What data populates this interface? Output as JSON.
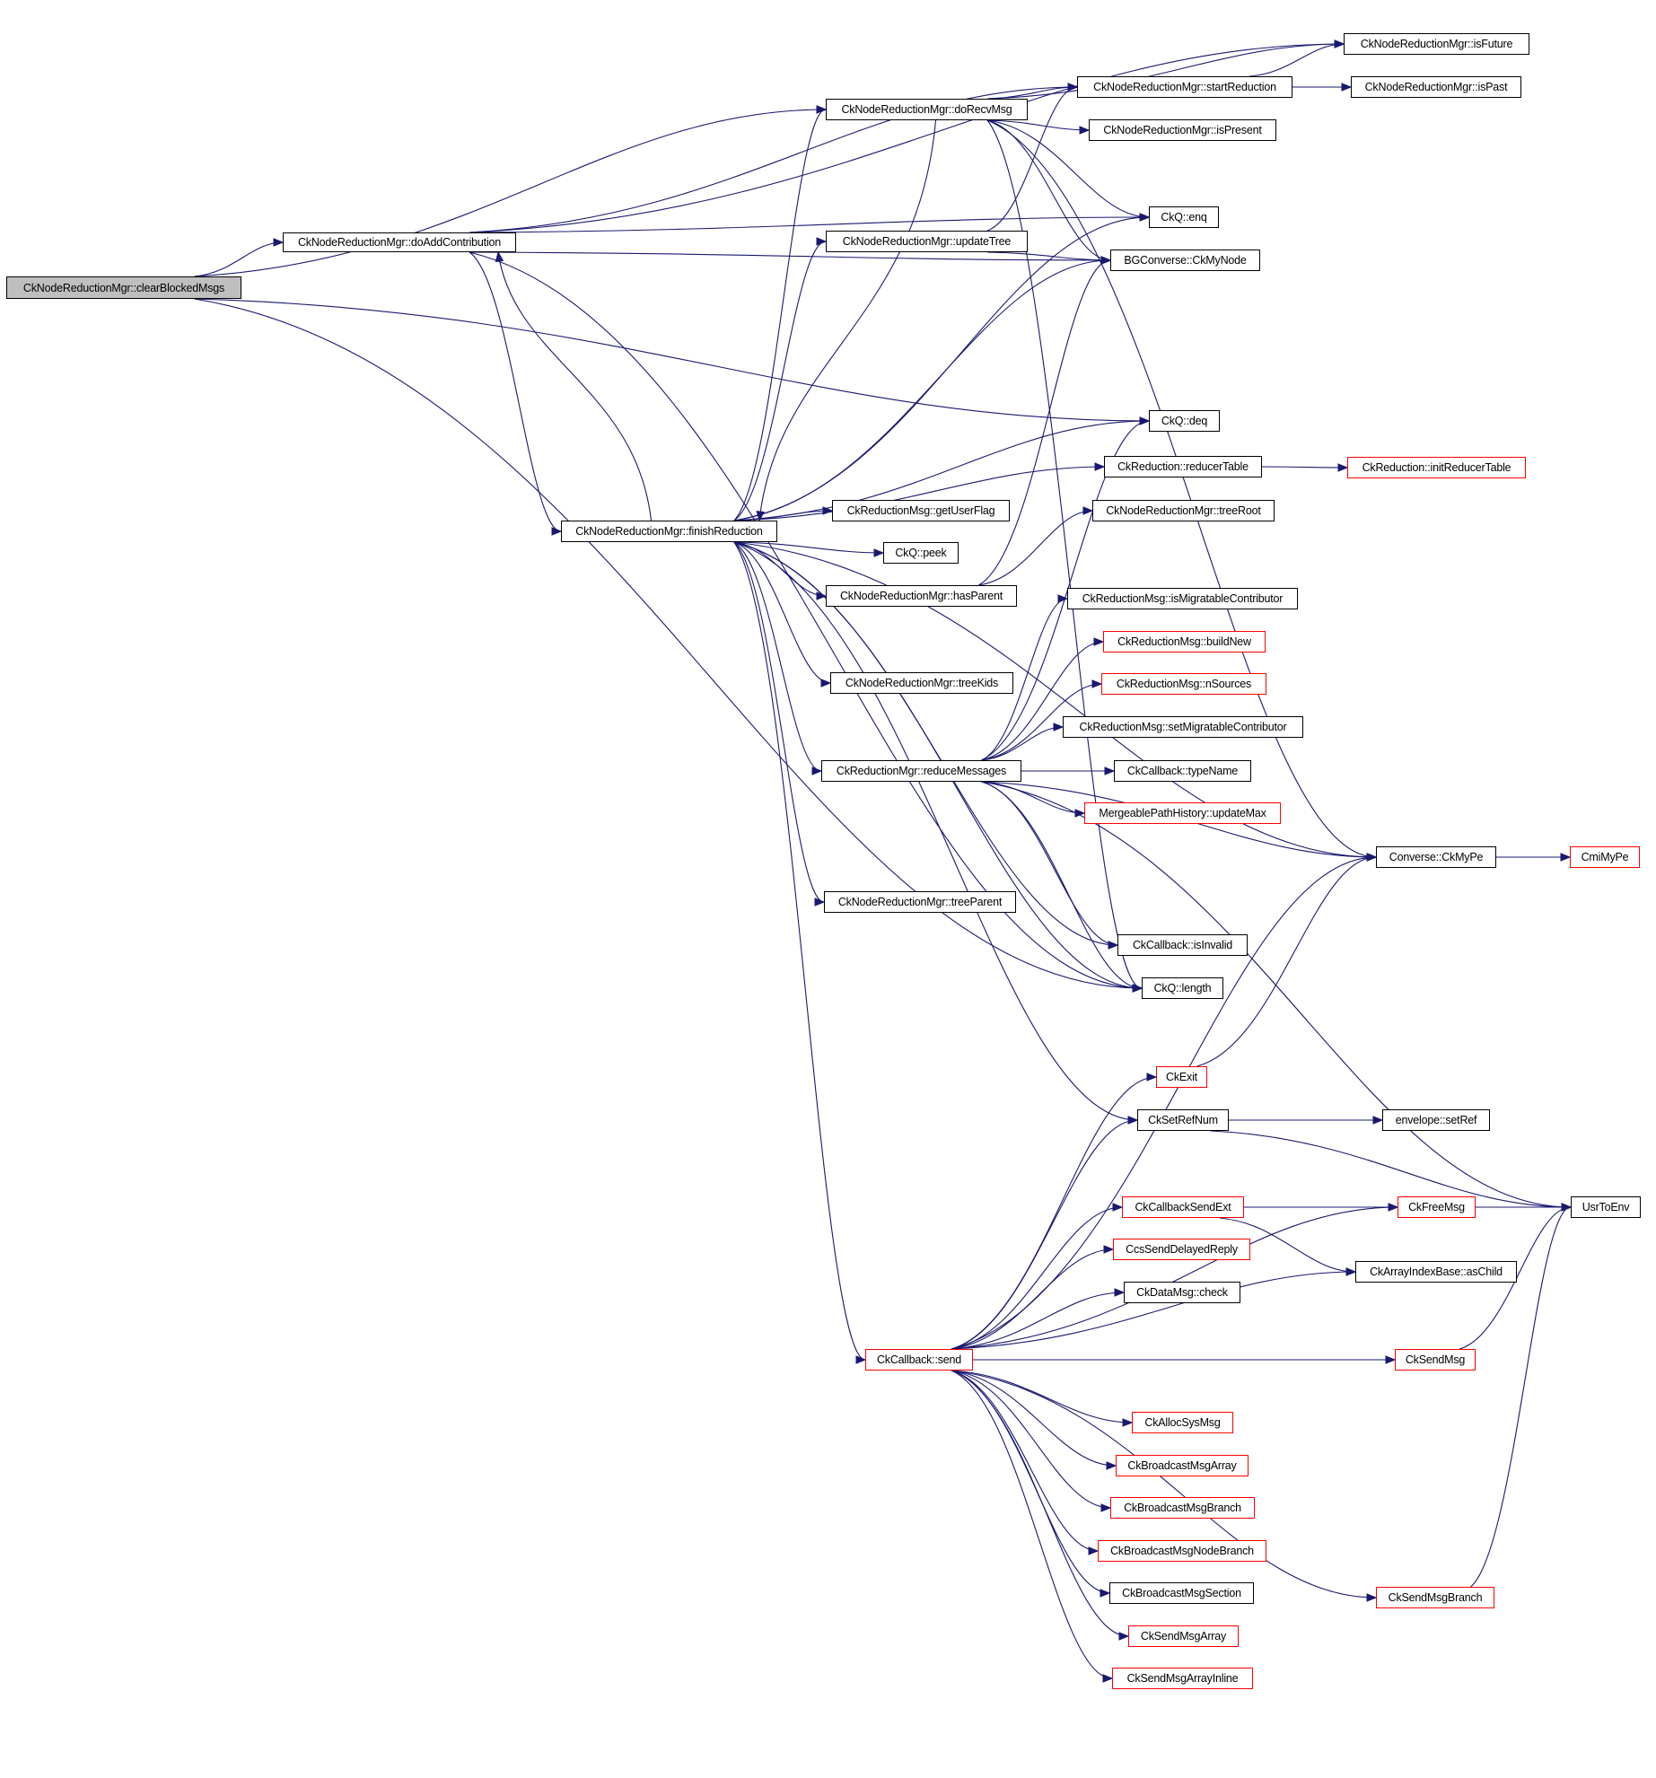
{
  "diagram": {
    "type": "call-graph",
    "root": "clearBlockedMsgs",
    "colors": {
      "edge": "#191970",
      "documented_border": "#000000",
      "undocumented_border": "#ff0000",
      "root_fill": "#bfbfbf"
    },
    "nodes": [
      {
        "id": "clearBlockedMsgs",
        "label": "CkNodeReductionMgr::clearBlockedMsgs",
        "style": "root"
      },
      {
        "id": "doAddContribution",
        "label": "CkNodeReductionMgr::doAddContribution",
        "style": "normal"
      },
      {
        "id": "doRecvMsg",
        "label": "CkNodeReductionMgr::doRecvMsg",
        "style": "normal"
      },
      {
        "id": "startReduction",
        "label": "CkNodeReductionMgr::startReduction",
        "style": "normal"
      },
      {
        "id": "isFuture",
        "label": "CkNodeReductionMgr::isFuture",
        "style": "normal"
      },
      {
        "id": "isPast",
        "label": "CkNodeReductionMgr::isPast",
        "style": "normal"
      },
      {
        "id": "isPresent",
        "label": "CkNodeReductionMgr::isPresent",
        "style": "normal"
      },
      {
        "id": "enq",
        "label": "CkQ::enq",
        "style": "normal"
      },
      {
        "id": "updateTree",
        "label": "CkNodeReductionMgr::updateTree",
        "style": "normal"
      },
      {
        "id": "CkMyNode",
        "label": "BGConverse::CkMyNode",
        "style": "normal"
      },
      {
        "id": "deq",
        "label": "CkQ::deq",
        "style": "normal"
      },
      {
        "id": "reducerTable",
        "label": "CkReduction::reducerTable",
        "style": "normal"
      },
      {
        "id": "initReducerTable",
        "label": "CkReduction::initReducerTable",
        "style": "undocumented"
      },
      {
        "id": "getUserFlag",
        "label": "CkReductionMsg::getUserFlag",
        "style": "normal"
      },
      {
        "id": "finishReduction",
        "label": "CkNodeReductionMgr::finishReduction",
        "style": "normal"
      },
      {
        "id": "peek",
        "label": "CkQ::peek",
        "style": "normal"
      },
      {
        "id": "treeRoot",
        "label": "CkNodeReductionMgr::treeRoot",
        "style": "normal"
      },
      {
        "id": "hasParent",
        "label": "CkNodeReductionMgr::hasParent",
        "style": "normal"
      },
      {
        "id": "isMigratableContributor",
        "label": "CkReductionMsg::isMigratableContributor",
        "style": "normal"
      },
      {
        "id": "buildNew",
        "label": "CkReductionMsg::buildNew",
        "style": "undocumented"
      },
      {
        "id": "nSources",
        "label": "CkReductionMsg::nSources",
        "style": "undocumented"
      },
      {
        "id": "treeKids",
        "label": "CkNodeReductionMgr::treeKids",
        "style": "normal"
      },
      {
        "id": "setMigratableContributor",
        "label": "CkReductionMsg::setMigratableContributor",
        "style": "normal"
      },
      {
        "id": "reduceMessages",
        "label": "CkReductionMgr::reduceMessages",
        "style": "normal"
      },
      {
        "id": "typeName",
        "label": "CkCallback::typeName",
        "style": "normal"
      },
      {
        "id": "updateMax",
        "label": "MergeablePathHistory::updateMax",
        "style": "undocumented"
      },
      {
        "id": "CkMyPe",
        "label": "Converse::CkMyPe",
        "style": "normal"
      },
      {
        "id": "CmiMyPe",
        "label": "CmiMyPe",
        "style": "undocumented"
      },
      {
        "id": "treeParent",
        "label": "CkNodeReductionMgr::treeParent",
        "style": "normal"
      },
      {
        "id": "isInvalid",
        "label": "CkCallback::isInvalid",
        "style": "normal"
      },
      {
        "id": "length",
        "label": "CkQ::length",
        "style": "normal"
      },
      {
        "id": "CkExit",
        "label": "CkExit",
        "style": "undocumented"
      },
      {
        "id": "CkSetRefNum",
        "label": "CkSetRefNum",
        "style": "normal"
      },
      {
        "id": "setRef",
        "label": "envelope::setRef",
        "style": "normal"
      },
      {
        "id": "CkCallbackSendExt",
        "label": "CkCallbackSendExt",
        "style": "undocumented"
      },
      {
        "id": "CkFreeMsg",
        "label": "CkFreeMsg",
        "style": "undocumented"
      },
      {
        "id": "UsrToEnv",
        "label": "UsrToEnv",
        "style": "normal"
      },
      {
        "id": "CcsSendDelayedReply",
        "label": "CcsSendDelayedReply",
        "style": "undocumented"
      },
      {
        "id": "asChild",
        "label": "CkArrayIndexBase::asChild",
        "style": "normal"
      },
      {
        "id": "check",
        "label": "CkDataMsg::check",
        "style": "normal"
      },
      {
        "id": "send",
        "label": "CkCallback::send",
        "style": "undocumented"
      },
      {
        "id": "CkSendMsg",
        "label": "CkSendMsg",
        "style": "undocumented"
      },
      {
        "id": "CkAllocSysMsg",
        "label": "CkAllocSysMsg",
        "style": "undocumented"
      },
      {
        "id": "BcastArray",
        "label": "CkBroadcastMsgArray",
        "style": "undocumented"
      },
      {
        "id": "BcastBranch",
        "label": "CkBroadcastMsgBranch",
        "style": "undocumented"
      },
      {
        "id": "BcastNodeBranch",
        "label": "CkBroadcastMsgNodeBranch",
        "style": "undocumented"
      },
      {
        "id": "BcastSection",
        "label": "CkBroadcastMsgSection",
        "style": "normal"
      },
      {
        "id": "SendMsgBranch",
        "label": "CkSendMsgBranch",
        "style": "undocumented"
      },
      {
        "id": "SendMsgArray",
        "label": "CkSendMsgArray",
        "style": "undocumented"
      },
      {
        "id": "SendMsgArrayInline",
        "label": "CkSendMsgArrayInline",
        "style": "undocumented"
      }
    ],
    "edges": [
      [
        "clearBlockedMsgs",
        "doAddContribution"
      ],
      [
        "clearBlockedMsgs",
        "doRecvMsg"
      ],
      [
        "clearBlockedMsgs",
        "deq"
      ],
      [
        "clearBlockedMsgs",
        "length"
      ],
      [
        "doAddContribution",
        "isFuture"
      ],
      [
        "doAddContribution",
        "startReduction"
      ],
      [
        "doAddContribution",
        "enq"
      ],
      [
        "doAddContribution",
        "CkMyNode"
      ],
      [
        "doAddContribution",
        "finishReduction"
      ],
      [
        "doAddContribution",
        "length"
      ],
      [
        "doRecvMsg",
        "isFuture"
      ],
      [
        "doRecvMsg",
        "startReduction"
      ],
      [
        "doRecvMsg",
        "isPresent"
      ],
      [
        "doRecvMsg",
        "enq"
      ],
      [
        "doRecvMsg",
        "CkMyNode"
      ],
      [
        "doRecvMsg",
        "CkMyPe"
      ],
      [
        "doRecvMsg",
        "finishReduction"
      ],
      [
        "doRecvMsg",
        "length"
      ],
      [
        "startReduction",
        "isFuture"
      ],
      [
        "startReduction",
        "isPast"
      ],
      [
        "updateTree",
        "startReduction"
      ],
      [
        "updateTree",
        "CkMyNode"
      ],
      [
        "finishReduction",
        "doAddContribution"
      ],
      [
        "finishReduction",
        "doRecvMsg"
      ],
      [
        "finishReduction",
        "updateTree"
      ],
      [
        "finishReduction",
        "enq"
      ],
      [
        "finishReduction",
        "CkMyNode"
      ],
      [
        "finishReduction",
        "deq"
      ],
      [
        "finishReduction",
        "reducerTable"
      ],
      [
        "finishReduction",
        "getUserFlag"
      ],
      [
        "finishReduction",
        "peek"
      ],
      [
        "finishReduction",
        "hasParent"
      ],
      [
        "finishReduction",
        "treeKids"
      ],
      [
        "finishReduction",
        "reduceMessages"
      ],
      [
        "finishReduction",
        "treeParent"
      ],
      [
        "finishReduction",
        "isInvalid"
      ],
      [
        "finishReduction",
        "length"
      ],
      [
        "finishReduction",
        "CkSetRefNum"
      ],
      [
        "finishReduction",
        "send"
      ],
      [
        "finishReduction",
        "CkMyPe"
      ],
      [
        "hasParent",
        "treeRoot"
      ],
      [
        "hasParent",
        "CkMyNode"
      ],
      [
        "reducerTable",
        "initReducerTable"
      ],
      [
        "reduceMessages",
        "isMigratableContributor"
      ],
      [
        "reduceMessages",
        "buildNew"
      ],
      [
        "reduceMessages",
        "nSources"
      ],
      [
        "reduceMessages",
        "setMigratableContributor"
      ],
      [
        "reduceMessages",
        "typeName"
      ],
      [
        "reduceMessages",
        "updateMax"
      ],
      [
        "reduceMessages",
        "CkMyPe"
      ],
      [
        "reduceMessages",
        "isInvalid"
      ],
      [
        "reduceMessages",
        "length"
      ],
      [
        "reduceMessages",
        "UsrToEnv"
      ],
      [
        "reduceMessages",
        "deq"
      ],
      [
        "CkMyPe",
        "CmiMyPe"
      ],
      [
        "CkExit",
        "CkMyPe"
      ],
      [
        "CkSetRefNum",
        "setRef"
      ],
      [
        "CkSetRefNum",
        "UsrToEnv"
      ],
      [
        "CkCallbackSendExt",
        "CkFreeMsg"
      ],
      [
        "CkCallbackSendExt",
        "asChild"
      ],
      [
        "CkFreeMsg",
        "UsrToEnv"
      ],
      [
        "CkSendMsg",
        "UsrToEnv"
      ],
      [
        "SendMsgBranch",
        "UsrToEnv"
      ],
      [
        "send",
        "CkMyPe"
      ],
      [
        "send",
        "CkExit"
      ],
      [
        "send",
        "CkSetRefNum"
      ],
      [
        "send",
        "CkFreeMsg"
      ],
      [
        "send",
        "CkCallbackSendExt"
      ],
      [
        "send",
        "CcsSendDelayedReply"
      ],
      [
        "send",
        "check"
      ],
      [
        "send",
        "asChild"
      ],
      [
        "send",
        "CkSendMsg"
      ],
      [
        "send",
        "CkAllocSysMsg"
      ],
      [
        "send",
        "BcastArray"
      ],
      [
        "send",
        "BcastBranch"
      ],
      [
        "send",
        "BcastNodeBranch"
      ],
      [
        "send",
        "BcastSection"
      ],
      [
        "send",
        "SendMsgArray"
      ],
      [
        "send",
        "SendMsgArrayInline"
      ],
      [
        "send",
        "SendMsgBranch"
      ]
    ]
  }
}
